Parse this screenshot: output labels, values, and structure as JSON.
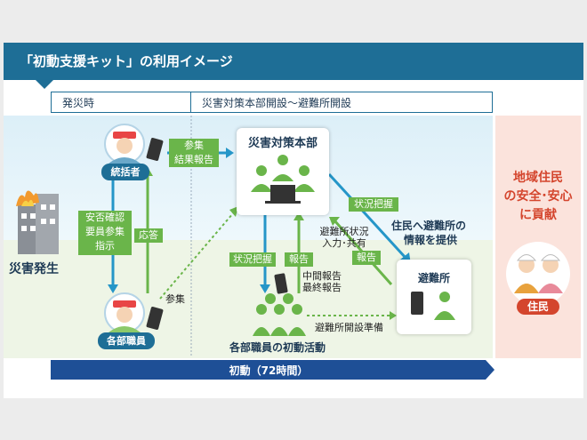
{
  "title": "「初動支援キット」の利用イメージ",
  "phases": {
    "left": "発災時",
    "right": "災害対策本部開設〜避難所開設"
  },
  "disaster_label": "災害発生",
  "roles": {
    "leader": "統括者",
    "staff": "各部職員"
  },
  "labels": {
    "safety_check_line1": "安否確認",
    "safety_check_line2": "要員参集",
    "safety_check_line3": "指示",
    "response": "応答",
    "arrival_report_line1": "参集",
    "arrival_report_line2": "結果報告",
    "arrival": "参集",
    "hq": "災害対策本部",
    "status_grasp_left": "状況把握",
    "report_left": "報告",
    "status_grasp_right": "状況把握",
    "report_right": "報告",
    "shelter_status_line1": "避難所状況",
    "shelter_status_line2": "入力･共有",
    "interim_report_line1": "中間報告",
    "interim_report_line2": "最終報告",
    "shelter_prep": "避難所開設準備",
    "to_residents_line1": "住民へ避難所の",
    "to_residents_line2": "情報を提供",
    "shelter": "避難所",
    "staff_activity": "各部職員の初動活動",
    "timeline": "初動（72時間）"
  },
  "contribution": {
    "line1": "地域住民",
    "line2": "の安全･安心",
    "line3": "に貢献"
  },
  "residents_label": "住民",
  "colors": {
    "banner": "#1e6e96",
    "green": "#6ab54a",
    "accent": "#d4452d",
    "arrow_blue": "#2596c8"
  }
}
